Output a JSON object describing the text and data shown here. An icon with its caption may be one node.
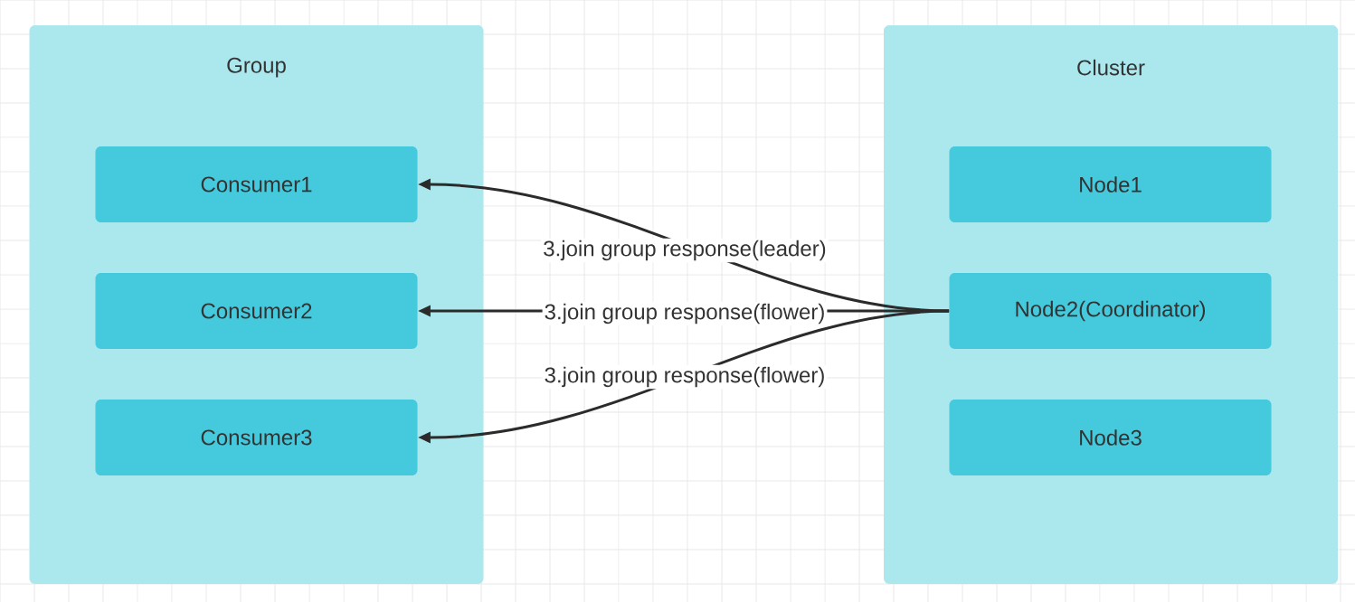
{
  "diagram": {
    "nodes": [
      {
        "text": [
          "Group"
        ]
      },
      {
        "text": [
          "Consumer1"
        ],
        "in": 0
      },
      {
        "text": [
          "Consumer2"
        ],
        "in": 0
      },
      {
        "text": [
          "Consumer3"
        ],
        "in": 0
      },
      {
        "text": [
          "Cluster"
        ]
      },
      {
        "text": [
          "Node1"
        ],
        "in": 4
      },
      {
        "text": [
          "Node2(Coordinator)"
        ],
        "in": 4
      },
      {
        "text": [
          "Node3"
        ],
        "in": 4
      }
    ],
    "edges": [
      {
        "from": 6,
        "to": 1,
        "arrow": "to",
        "label": "3.join group response(leader)"
      },
      {
        "from": 6,
        "to": 2,
        "arrow": "to",
        "label": "3.join group response(flower)"
      },
      {
        "from": 6,
        "to": 3,
        "arrow": "to",
        "label": "3.join group response(flower)"
      }
    ]
  }
}
